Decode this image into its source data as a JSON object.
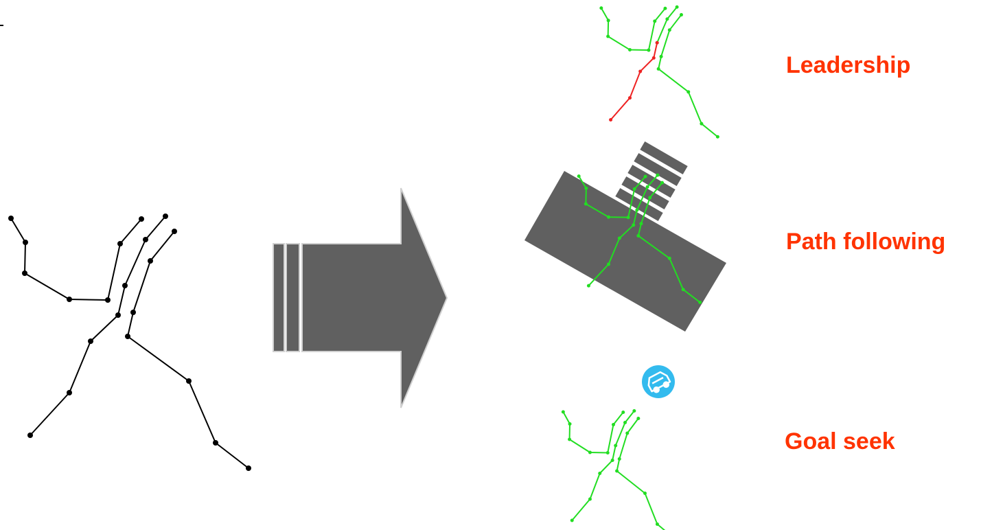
{
  "colors": {
    "background": "#ffffff",
    "trajectory_input": "#000000",
    "trajectory_output": "#22dd22",
    "leader_track": "#ee2222",
    "label_text": "#ff3300",
    "arrow_fill": "#606060",
    "path_region": "#606060",
    "goal_marker": "#33bbee"
  },
  "icons": {
    "transform_arrow": "right-arrow-icon",
    "goal_marker": "car-icon"
  },
  "labels": {
    "leadership": "Leadership",
    "path_following": "Path following",
    "goal_seek": "Goal seek"
  }
}
